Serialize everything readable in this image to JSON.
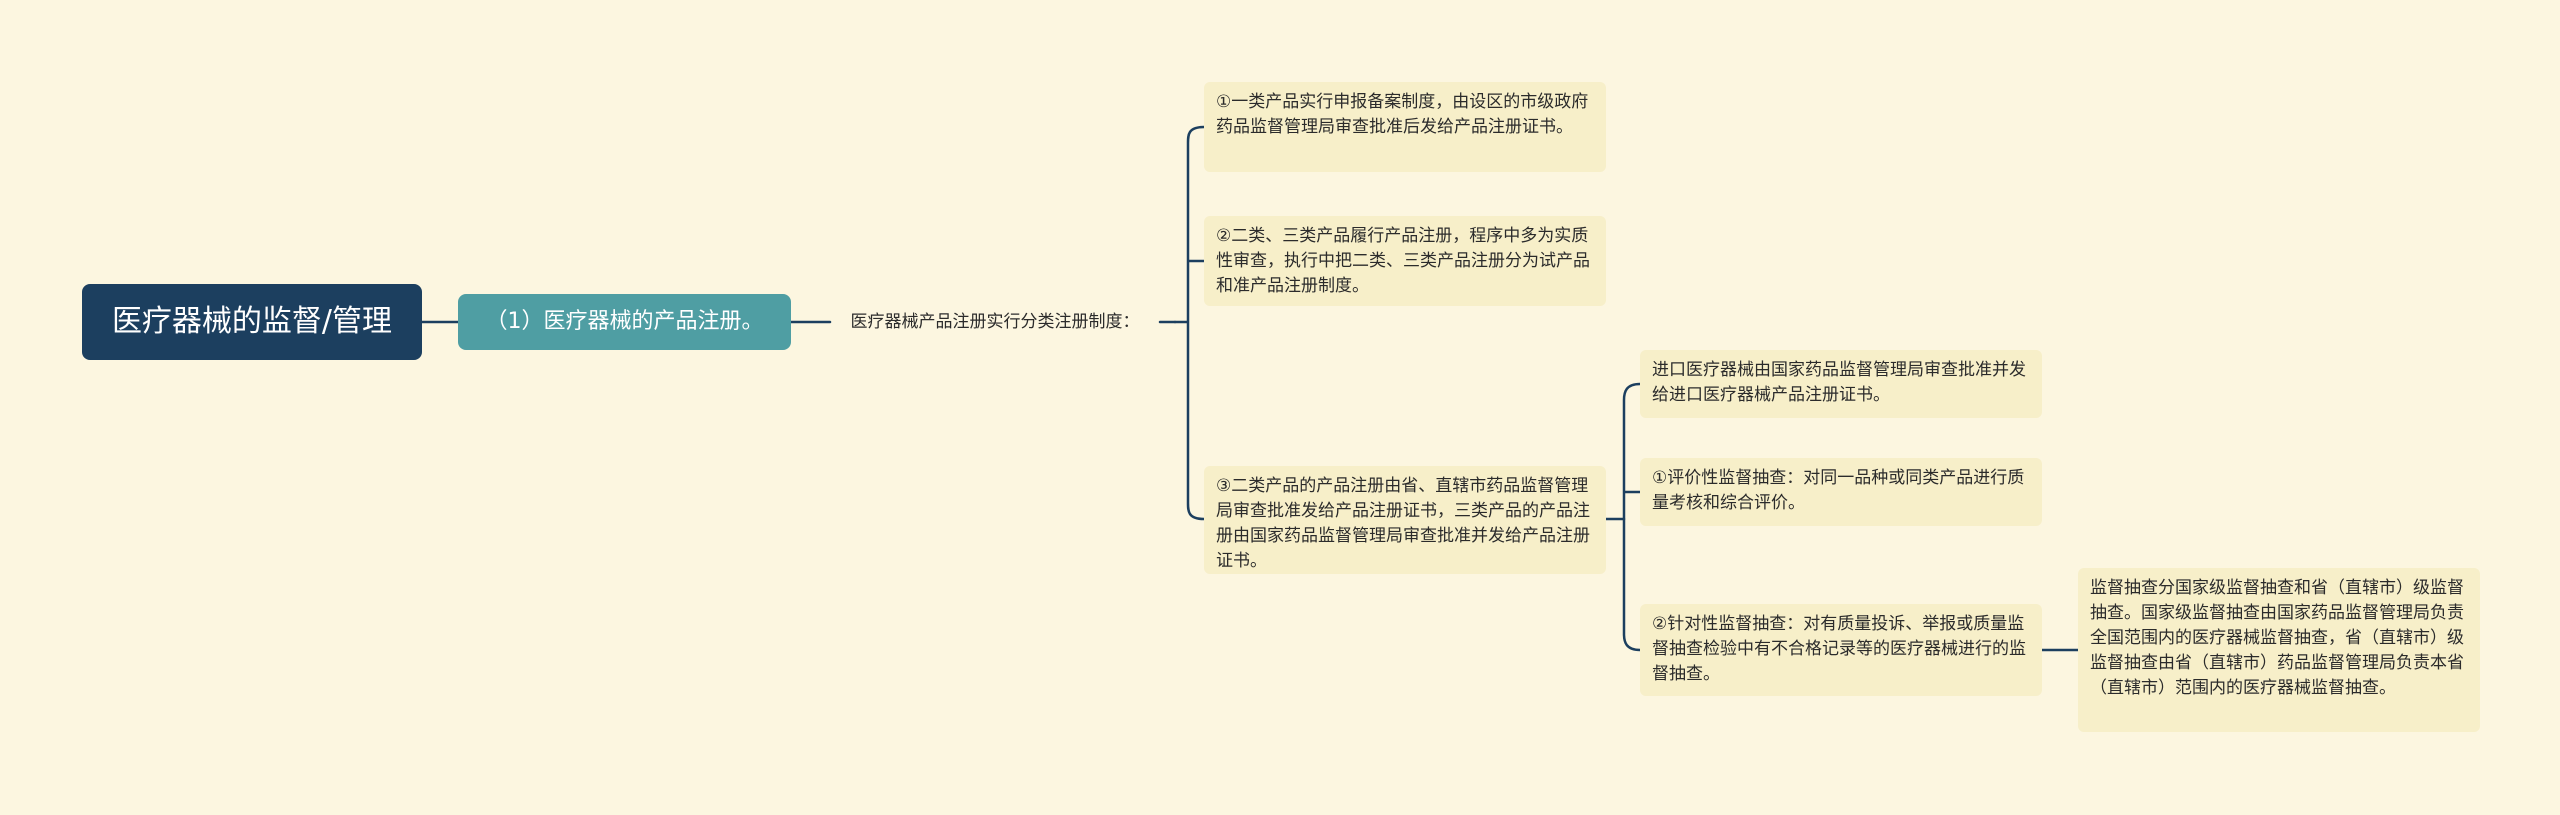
{
  "colors": {
    "background": "#fcf6e0",
    "root_fill": "#1c3f5f",
    "level1_fill": "#4f9ea3",
    "leaf_fill": "#f7efc9",
    "connector": "#1c3f5f"
  },
  "mindmap": {
    "root": "医疗器械的监督/管理",
    "level1": "（1）医疗器械的产品注册。",
    "level2": "医疗器械产品注册实行分类注册制度：",
    "items": {
      "class1": "①一类产品实行申报备案制度，由设区的市级政府药品监督管理局审查批准后发给产品注册证书。",
      "class2": "②二类、三类产品履行产品注册，程序中多为实质性审查，执行中把二类、三类产品注册分为试产品和准产品注册制度。",
      "class3": "③二类产品的产品注册由省、直辖市药品监督管理局审查批准发给产品注册证书，三类产品的产品注册由国家药品监督管理局审查批准并发给产品注册证书。",
      "import": "进口医疗器械由国家药品监督管理局审查批准并发给进口医疗器械产品注册证书。",
      "evaluative": "①评价性监督抽查：对同一品种或同类产品进行质量考核和综合评价。",
      "targeted": "②针对性监督抽查：对有质量投诉、举报或质量监督抽查检验中有不合格记录等的医疗器械进行的监督抽查。",
      "sampling": "监督抽查分国家级监督抽查和省（直辖市）级监督抽查。国家级监督抽查由国家药品监督管理局负责全国范围内的医疗器械监督抽查，省（直辖市）级监督抽查由省（直辖市）药品监督管理局负责本省（直辖市）范围内的医疗器械监督抽查。"
    }
  }
}
